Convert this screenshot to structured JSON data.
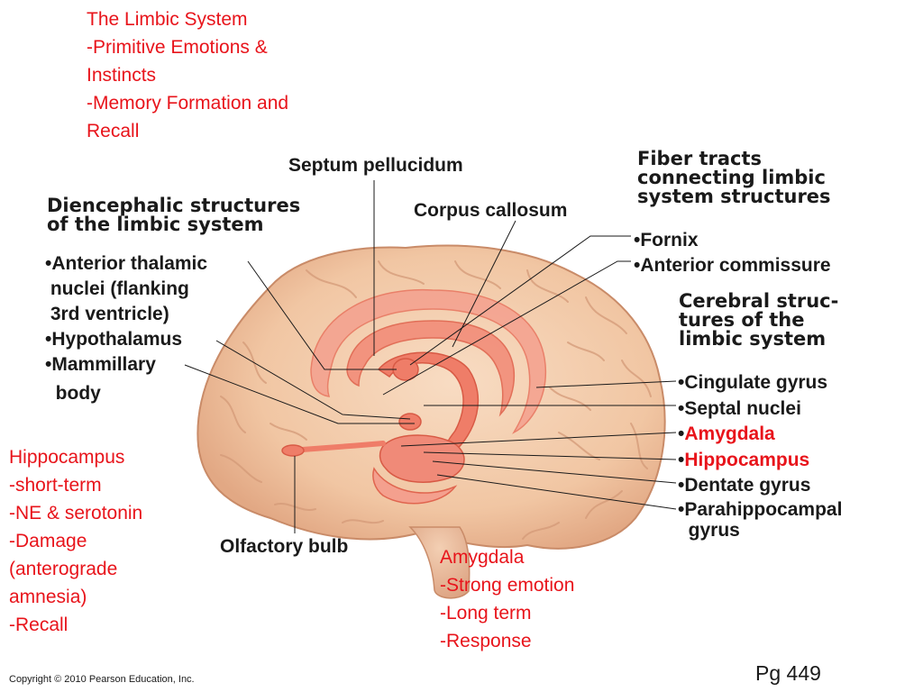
{
  "title_block": {
    "lines": [
      "The Limbic System",
      "-Primitive Emotions &",
      "Instincts",
      "-Memory Formation and",
      "Recall"
    ]
  },
  "labels": {
    "septum_pellucidum": "Septum pellucidum",
    "corpus_callosum": "Corpus callosum",
    "olfactory_bulb": "Olfactory bulb"
  },
  "diencephalic": {
    "heading": [
      "Diencephalic structures",
      "of the limbic system"
    ],
    "items": [
      "•Anterior thalamic",
      " nuclei (flanking",
      " 3rd ventricle)",
      "•Hypothalamus",
      "•Mammillary",
      "  body"
    ]
  },
  "fiber_tracts": {
    "heading": [
      "Fiber tracts",
      "connecting limbic",
      "system structures"
    ],
    "items": [
      "•Fornix",
      "•Anterior commissure"
    ]
  },
  "cerebral": {
    "heading": [
      "Cerebral struc-",
      "tures of the",
      "limbic system"
    ],
    "items": [
      {
        "bullet": "•",
        "text": "Cingulate gyrus",
        "highlight": false
      },
      {
        "bullet": "•",
        "text": "Septal nuclei",
        "highlight": false
      },
      {
        "bullet": "•",
        "text": "Amygdala",
        "highlight": true
      },
      {
        "bullet": "•",
        "text": "Hippocampus",
        "highlight": true
      },
      {
        "bullet": "•",
        "text": "Dentate gyrus",
        "highlight": false
      },
      {
        "bullet": "•",
        "text": "Parahippocampal",
        "highlight": false
      },
      {
        "bullet": "",
        "text": "  gyrus",
        "highlight": false
      }
    ]
  },
  "hippocampus_note": {
    "lines": [
      "Hippocampus",
      "-short-term",
      "-NE & serotonin",
      "-Damage",
      "(anterograde",
      "amnesia)",
      "-Recall"
    ]
  },
  "amygdala_note": {
    "lines": [
      "Amygdala",
      "-Strong emotion",
      "-Long term",
      "-Response"
    ]
  },
  "footer": {
    "copyright": "Copyright © 2010 Pearson Education, Inc.",
    "page": "Pg 449"
  },
  "colors": {
    "annotation_red": "#e8141b",
    "brain_tan": "#f2c9a8",
    "limbic_salmon": "#f08a78"
  }
}
